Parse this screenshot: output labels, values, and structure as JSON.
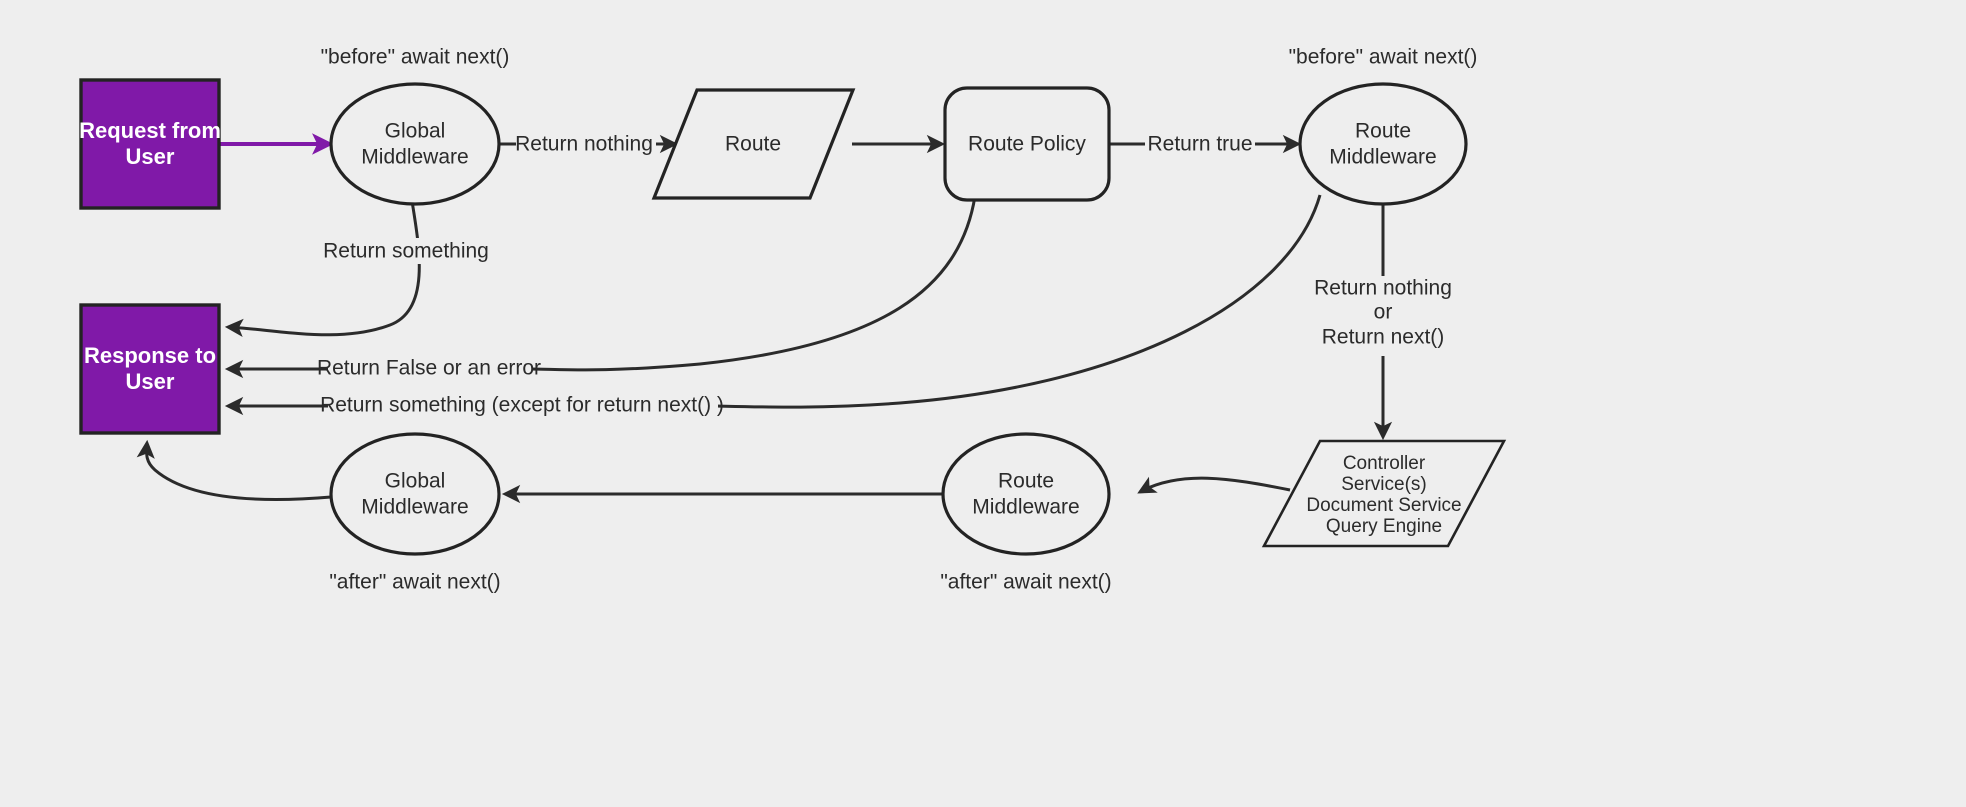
{
  "diagram": {
    "title": "Request / Response middleware lifecycle flow",
    "background_color": "#eeeeee",
    "accent_color": "#8019A8",
    "line_color": "#2b2b2b",
    "nodes": {
      "request_from_user": {
        "line1": "Request from",
        "line2": "User"
      },
      "response_to_user": {
        "line1": "Response to",
        "line2": "User"
      },
      "global_middleware_before": {
        "line1": "Global",
        "line2": "Middleware"
      },
      "route": {
        "label": "Route"
      },
      "route_policy": {
        "label": "Route Policy"
      },
      "route_middleware_before": {
        "line1": "Route",
        "line2": "Middleware"
      },
      "controller": {
        "line1": "Controller",
        "line2": "Service(s)",
        "line3": "Document Service",
        "line4": "Query Engine"
      },
      "route_middleware_after": {
        "line1": "Route",
        "line2": "Middleware"
      },
      "global_middleware_after": {
        "line1": "Global",
        "line2": "Middleware"
      }
    },
    "annotations": {
      "before_global": "\"before\" await next()",
      "before_route": "\"before\" await next()",
      "after_global": "\"after\" await next()",
      "after_route": "\"after\" await next()"
    },
    "edge_labels": {
      "return_something_global": "Return something",
      "return_nothing_global": "Return nothing",
      "return_true": "Return true",
      "return_false_or_error": "Return False or an error",
      "return_something_except_next": "Return something (except for return next() )",
      "route_mw_out_line1": "Return nothing",
      "route_mw_out_line2": "or",
      "route_mw_out_line3": "Return next()"
    }
  }
}
